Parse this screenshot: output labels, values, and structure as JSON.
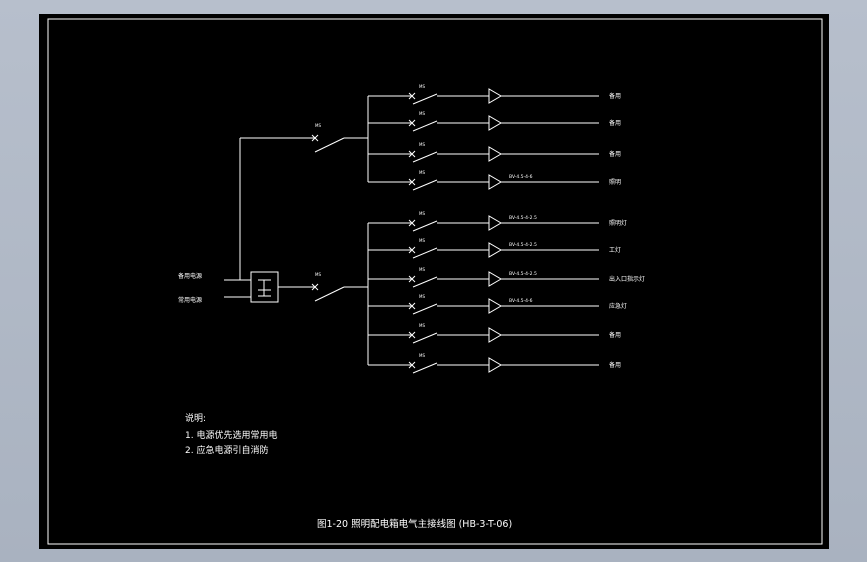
{
  "diagram": {
    "upper_main_breaker": "MS",
    "lower_main_breaker": "MS",
    "source_main": "备用电源",
    "source_backup": "常用电源",
    "upper_branches": [
      {
        "breaker": "MS",
        "cable": "",
        "load": "备用"
      },
      {
        "breaker": "MS",
        "cable": "",
        "load": "备用"
      },
      {
        "breaker": "MS",
        "cable": "",
        "load": "备用"
      },
      {
        "breaker": "MS",
        "cable": "BV-4.5-4-6",
        "load": "照明"
      }
    ],
    "lower_branches": [
      {
        "breaker": "MS",
        "cable": "BV-4.5-4-2.5",
        "load": "照明灯"
      },
      {
        "breaker": "MS",
        "cable": "BV-4.5-4-2.5",
        "load": "工灯"
      },
      {
        "breaker": "MS",
        "cable": "BV-4.5-4-2.5",
        "load": "出入口指示灯"
      },
      {
        "breaker": "MS",
        "cable": "BV-4.5-4-6",
        "load": "应急灯"
      },
      {
        "breaker": "MS",
        "cable": "",
        "load": "备用"
      },
      {
        "breaker": "MS",
        "cable": "",
        "load": "备用"
      }
    ],
    "notes_title": "说明:",
    "notes": [
      "1. 电源优先选用常用电",
      "2. 应急电源引自消防"
    ],
    "caption": "图1-20  照明配电箱电气主接线图  (HB-3-T-06)"
  }
}
